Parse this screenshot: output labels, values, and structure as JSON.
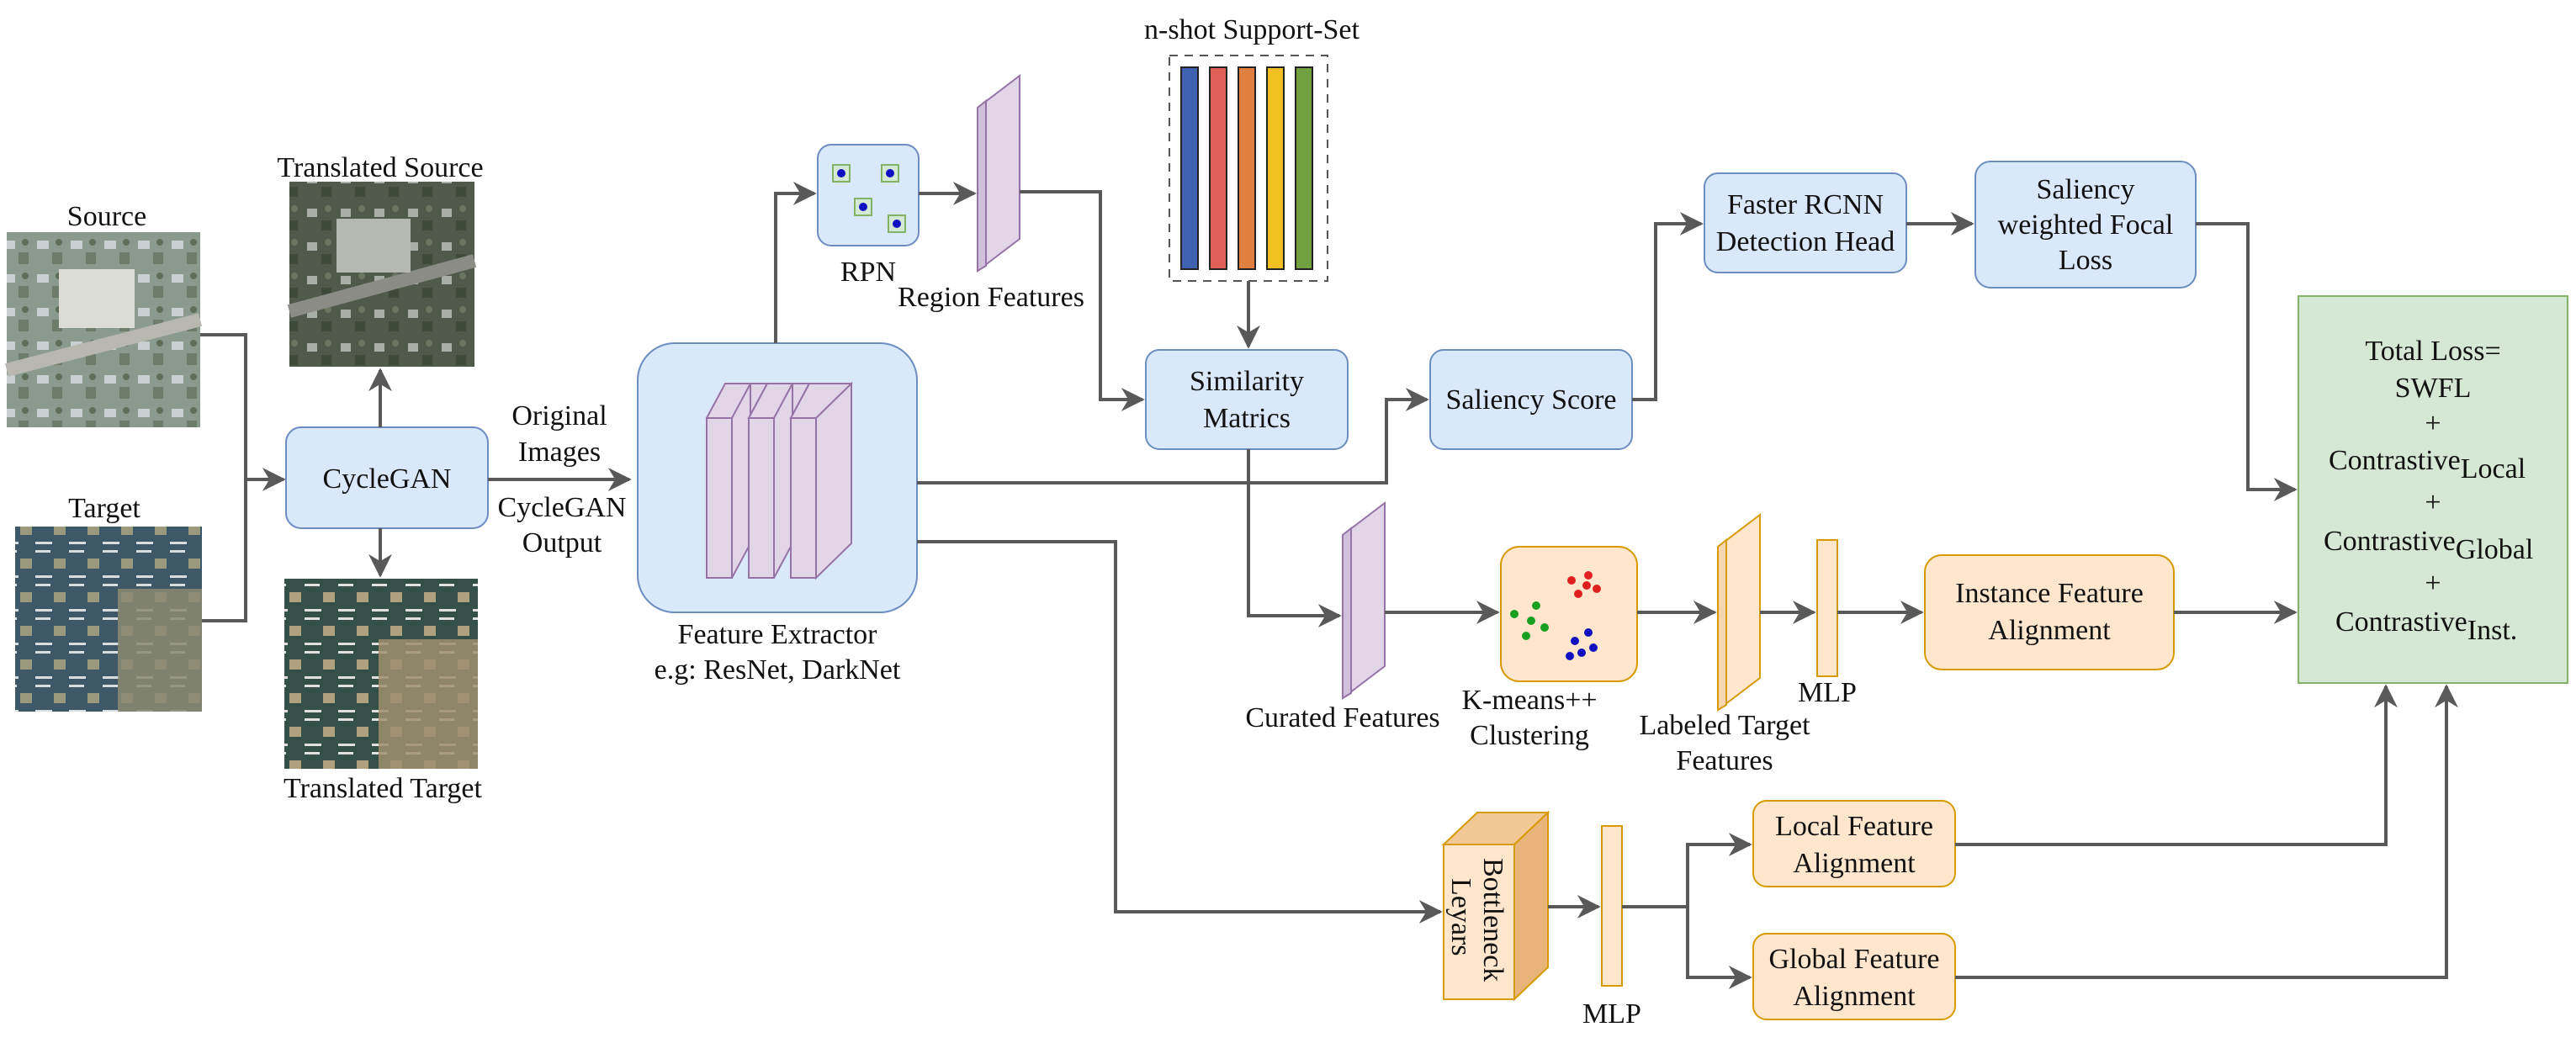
{
  "labels": {
    "source": "Source",
    "target": "Target",
    "translated_source": "Translated Source",
    "translated_target": "Translated Target",
    "original_images_1": "Original",
    "original_images_2": "Images",
    "cyclegan_output_1": "CycleGAN",
    "cyclegan_output_2": "Output",
    "feature_extractor_1": "Feature Extractor",
    "feature_extractor_2": "e.g: ResNet, DarkNet",
    "rpn": "RPN",
    "region_features": "Region Features",
    "support_set": "n-shot Support-Set",
    "curated_features": "Curated Features",
    "kmeans_1": "K-means++",
    "kmeans_2": "Clustering",
    "labeled_target_1": "Labeled Target",
    "labeled_target_2": "Features",
    "mlp_top": "MLP",
    "mlp_bottom": "MLP",
    "bottleneck_1": "Bottleneck",
    "bottleneck_2": "Leyars"
  },
  "boxes": {
    "cyclegan": "CycleGAN",
    "similarity_1": "Similarity",
    "similarity_2": "Matrics",
    "saliency_score": "Saliency Score",
    "faster_rcnn_1": "Faster RCNN",
    "faster_rcnn_2": "Detection Head",
    "swfl_1": "Saliency",
    "swfl_2": "weighted Focal",
    "swfl_3": "Loss",
    "instance_1": "Instance Feature",
    "instance_2": "Alignment",
    "local_1": "Local Feature",
    "local_2": "Alignment",
    "global_1": "Global Feature",
    "global_2": "Alignment"
  },
  "total_loss": {
    "line1": "Total Loss=",
    "line2": "SWFL",
    "plus": "+",
    "contrastive": "Contrastive",
    "local_sub": "Local",
    "global_sub": "Global",
    "inst_sub": "Inst."
  },
  "colors": {
    "blue_box_fill": "#dae8fc",
    "blue_box_stroke": "#6c8ebf",
    "orange_box_fill": "#ffe6cc",
    "orange_box_stroke": "#d79b00",
    "green_box_fill": "#d5e8d4",
    "green_box_stroke": "#82b366",
    "purple_fill": "#e1d5e7",
    "purple_stroke": "#9673a6",
    "arrow": "#595959",
    "support_bars": [
      "#4060b0",
      "#e0605a",
      "#e08040",
      "#f0c020",
      "#70a040"
    ]
  }
}
